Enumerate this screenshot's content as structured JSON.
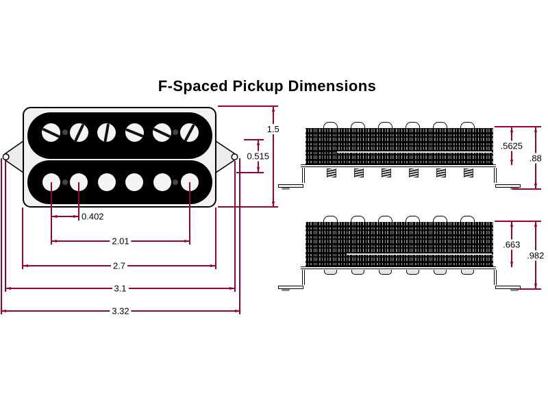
{
  "title": "F-Spaced Pickup Dimensions",
  "colors": {
    "dimension_lines": "#990033",
    "coil_body": "#000000",
    "baseplate": "#f1f1f1"
  },
  "front_view": {
    "height": "1.5",
    "mount_hole_offset": "0.515",
    "pole_spacing": "0.402",
    "pole_span": "2.01",
    "body_width": "2.7",
    "mount_hole_span": "3.1",
    "overall_width": "3.32"
  },
  "side_view_top": {
    "coil_height": ".5625",
    "overall_height": ".88"
  },
  "side_view_bottom": {
    "coil_height": ".663",
    "overall_height": ".982"
  }
}
